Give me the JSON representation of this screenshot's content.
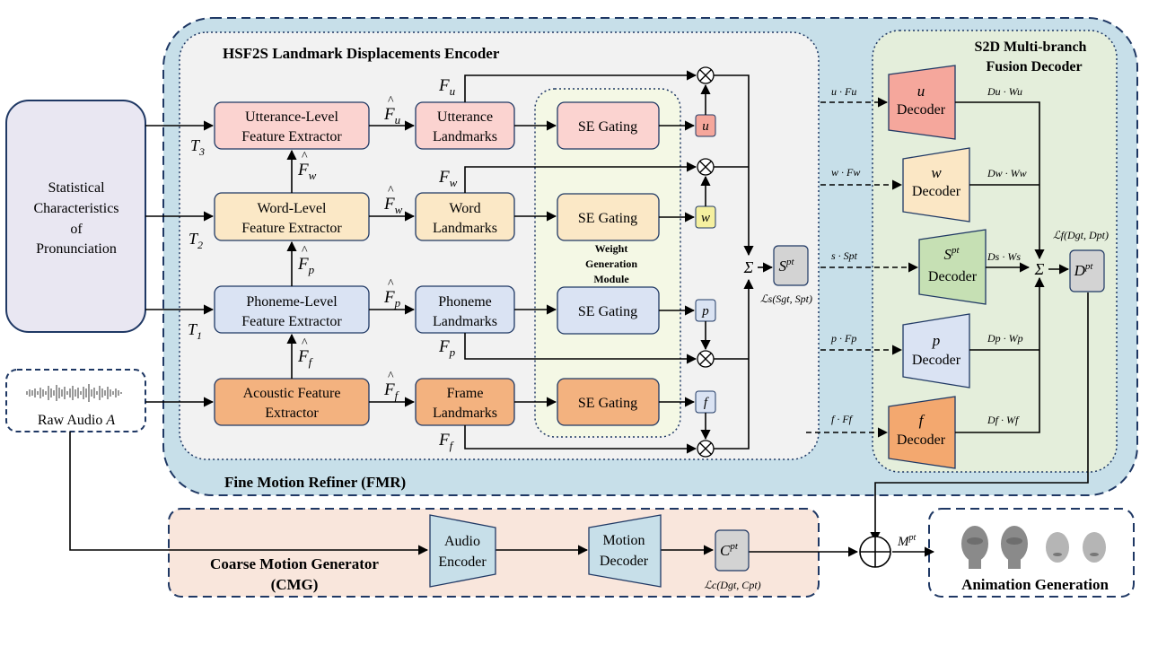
{
  "labels": {
    "fmr": "Fine Motion Refiner (FMR)",
    "encoder_title": "HSF2S Landmark Displacements Encoder",
    "decoder_title_1": "S2D Multi-branch",
    "decoder_title_2": "Fusion Decoder",
    "cmg_1": "Coarse Motion Generator",
    "cmg_2": "(CMG)",
    "animation": "Animation Generation",
    "stat_1": "Statistical",
    "stat_2": "Characteristics",
    "stat_3": "of",
    "stat_4": "Pronunciation",
    "raw_audio": "Raw Audio",
    "raw_audio_sym": "A",
    "wgm_1": "Weight",
    "wgm_2": "Generation",
    "wgm_3": "Module"
  },
  "extractors": [
    {
      "l1": "Utterance-Level",
      "l2": "Feature Extractor"
    },
    {
      "l1": "Word-Level",
      "l2": "Feature Extractor"
    },
    {
      "l1": "Phoneme-Level",
      "l2": "Feature Extractor"
    },
    {
      "l1": "Acoustic Feature",
      "l2": "Extractor"
    }
  ],
  "landmarks": [
    {
      "l1": "Utterance",
      "l2": "Landmarks"
    },
    {
      "l1": "Word",
      "l2": "Landmarks"
    },
    {
      "l1": "Phoneme",
      "l2": "Landmarks"
    },
    {
      "l1": "Frame",
      "l2": "Landmarks"
    }
  ],
  "se_gating": "SE Gating",
  "weights": [
    "u",
    "w",
    "p",
    "f"
  ],
  "t_labels": [
    {
      "b": "T",
      "s": "3"
    },
    {
      "b": "T",
      "s": "2"
    },
    {
      "b": "T",
      "s": "1"
    }
  ],
  "hat_labels": [
    {
      "b": "F",
      "s": "u"
    },
    {
      "b": "F",
      "s": "w"
    },
    {
      "b": "F",
      "s": "p"
    },
    {
      "b": "F",
      "s": "f"
    },
    {
      "b": "F",
      "s": "w"
    },
    {
      "b": "F",
      "s": "p"
    },
    {
      "b": "F",
      "s": "f"
    }
  ],
  "f_labels": [
    {
      "b": "F",
      "s": "u"
    },
    {
      "b": "F",
      "s": "w"
    },
    {
      "b": "F",
      "s": "p"
    },
    {
      "b": "F",
      "s": "f"
    }
  ],
  "spt": {
    "b": "S",
    "s": "pt"
  },
  "ls": "ℒs(Sgt, Spt)",
  "dashed_labels": [
    "u · Fu",
    "w · Fw",
    "s · Spt",
    "p · Fp",
    "f · Ff"
  ],
  "decoders": [
    {
      "sym": "u",
      "label": "Decoder"
    },
    {
      "sym": "w",
      "label": "Decoder"
    },
    {
      "sym": "Spt",
      "label": "Decoder"
    },
    {
      "sym": "p",
      "label": "Decoder"
    },
    {
      "sym": "f",
      "label": "Decoder"
    }
  ],
  "decoder_out_labels": [
    "Du · Wu",
    "Dw · Ww",
    "Ds · Ws",
    "Dp · Wp",
    "Df · Wf"
  ],
  "lf": "ℒf(Dgt, Dpt)",
  "dpt": {
    "b": "D",
    "s": "pt"
  },
  "sigma": "Σ",
  "otimes": "⊗",
  "audio_encoder": {
    "l1": "Audio",
    "l2": "Encoder"
  },
  "motion_decoder": {
    "l1": "Motion",
    "l2": "Decoder"
  },
  "cpt": {
    "b": "C",
    "s": "pt"
  },
  "lc": "ℒc(Dgt, Cpt)",
  "mpt": {
    "b": "M",
    "s": "pt"
  },
  "colors": {
    "fmr_bg": "#c7dfe9",
    "encoder_bg": "#f2f2f2",
    "decoder_bg": "#e4eedb",
    "cmg_bg": "#f9e6dc",
    "stat_bg": "#e9e7f2",
    "utterance": "#fbd3d0",
    "word": "#fbe8c6",
    "phoneme": "#dae3f3",
    "acoustic": "#f3b27f",
    "wgm_bg": "#f4f8e5",
    "u_dec": "#f5a79c",
    "w_dec": "#fbe7c5",
    "s_dec": "#c6e0b4",
    "p_dec": "#dae3f3",
    "f_dec": "#f3a86f",
    "cmg_blocks": "#c7dfe9",
    "gray_box": "#d3d3d3"
  }
}
